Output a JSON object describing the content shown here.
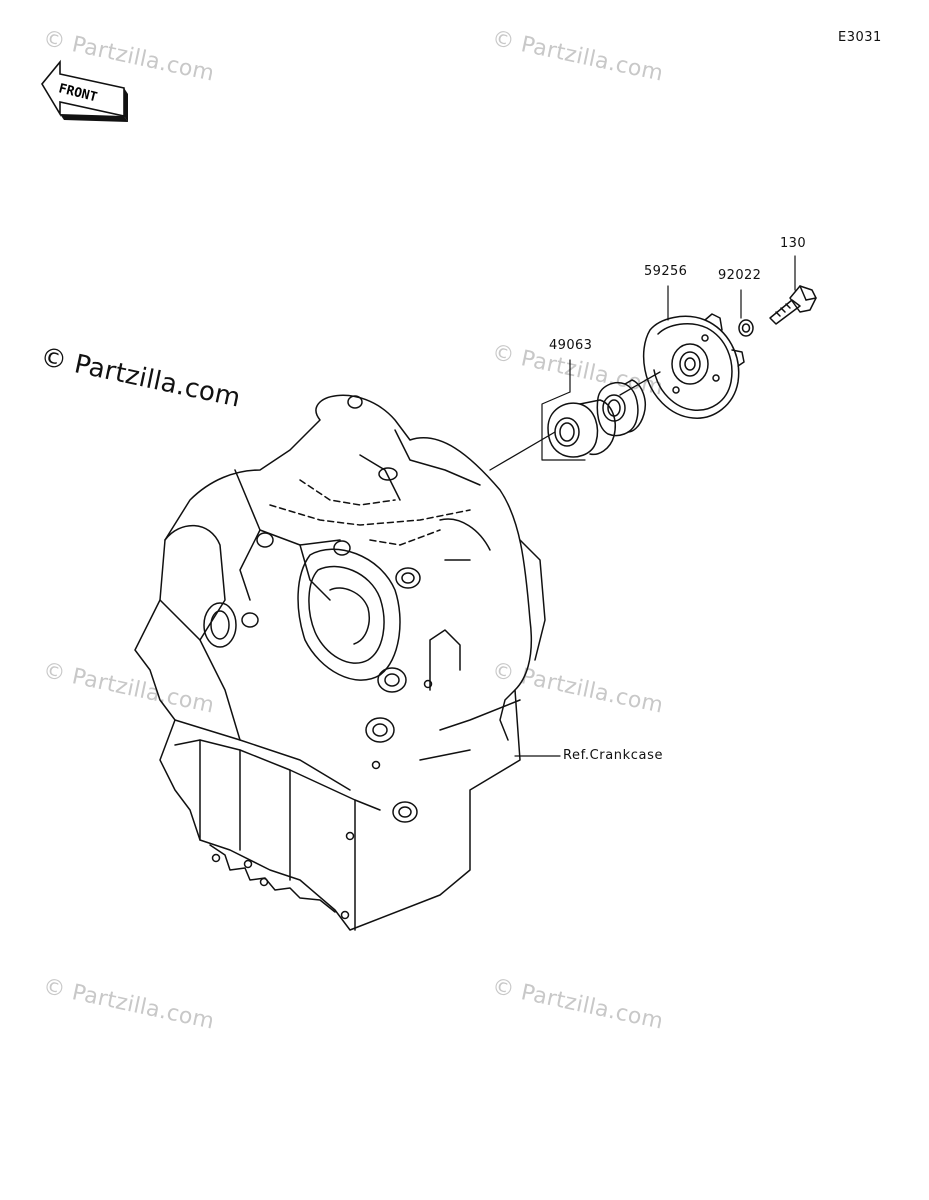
{
  "diagram_code": "E3031",
  "front_label": "FRONT",
  "watermark": "© Partzilla.com",
  "main_watermark": "© Partzilla.com",
  "ref_label": "Ref.Crankcase",
  "parts": [
    {
      "id": "p130",
      "number": "130"
    },
    {
      "id": "p59256",
      "number": "59256"
    },
    {
      "id": "p92022",
      "number": "92022"
    },
    {
      "id": "p49063",
      "number": "49063"
    }
  ]
}
